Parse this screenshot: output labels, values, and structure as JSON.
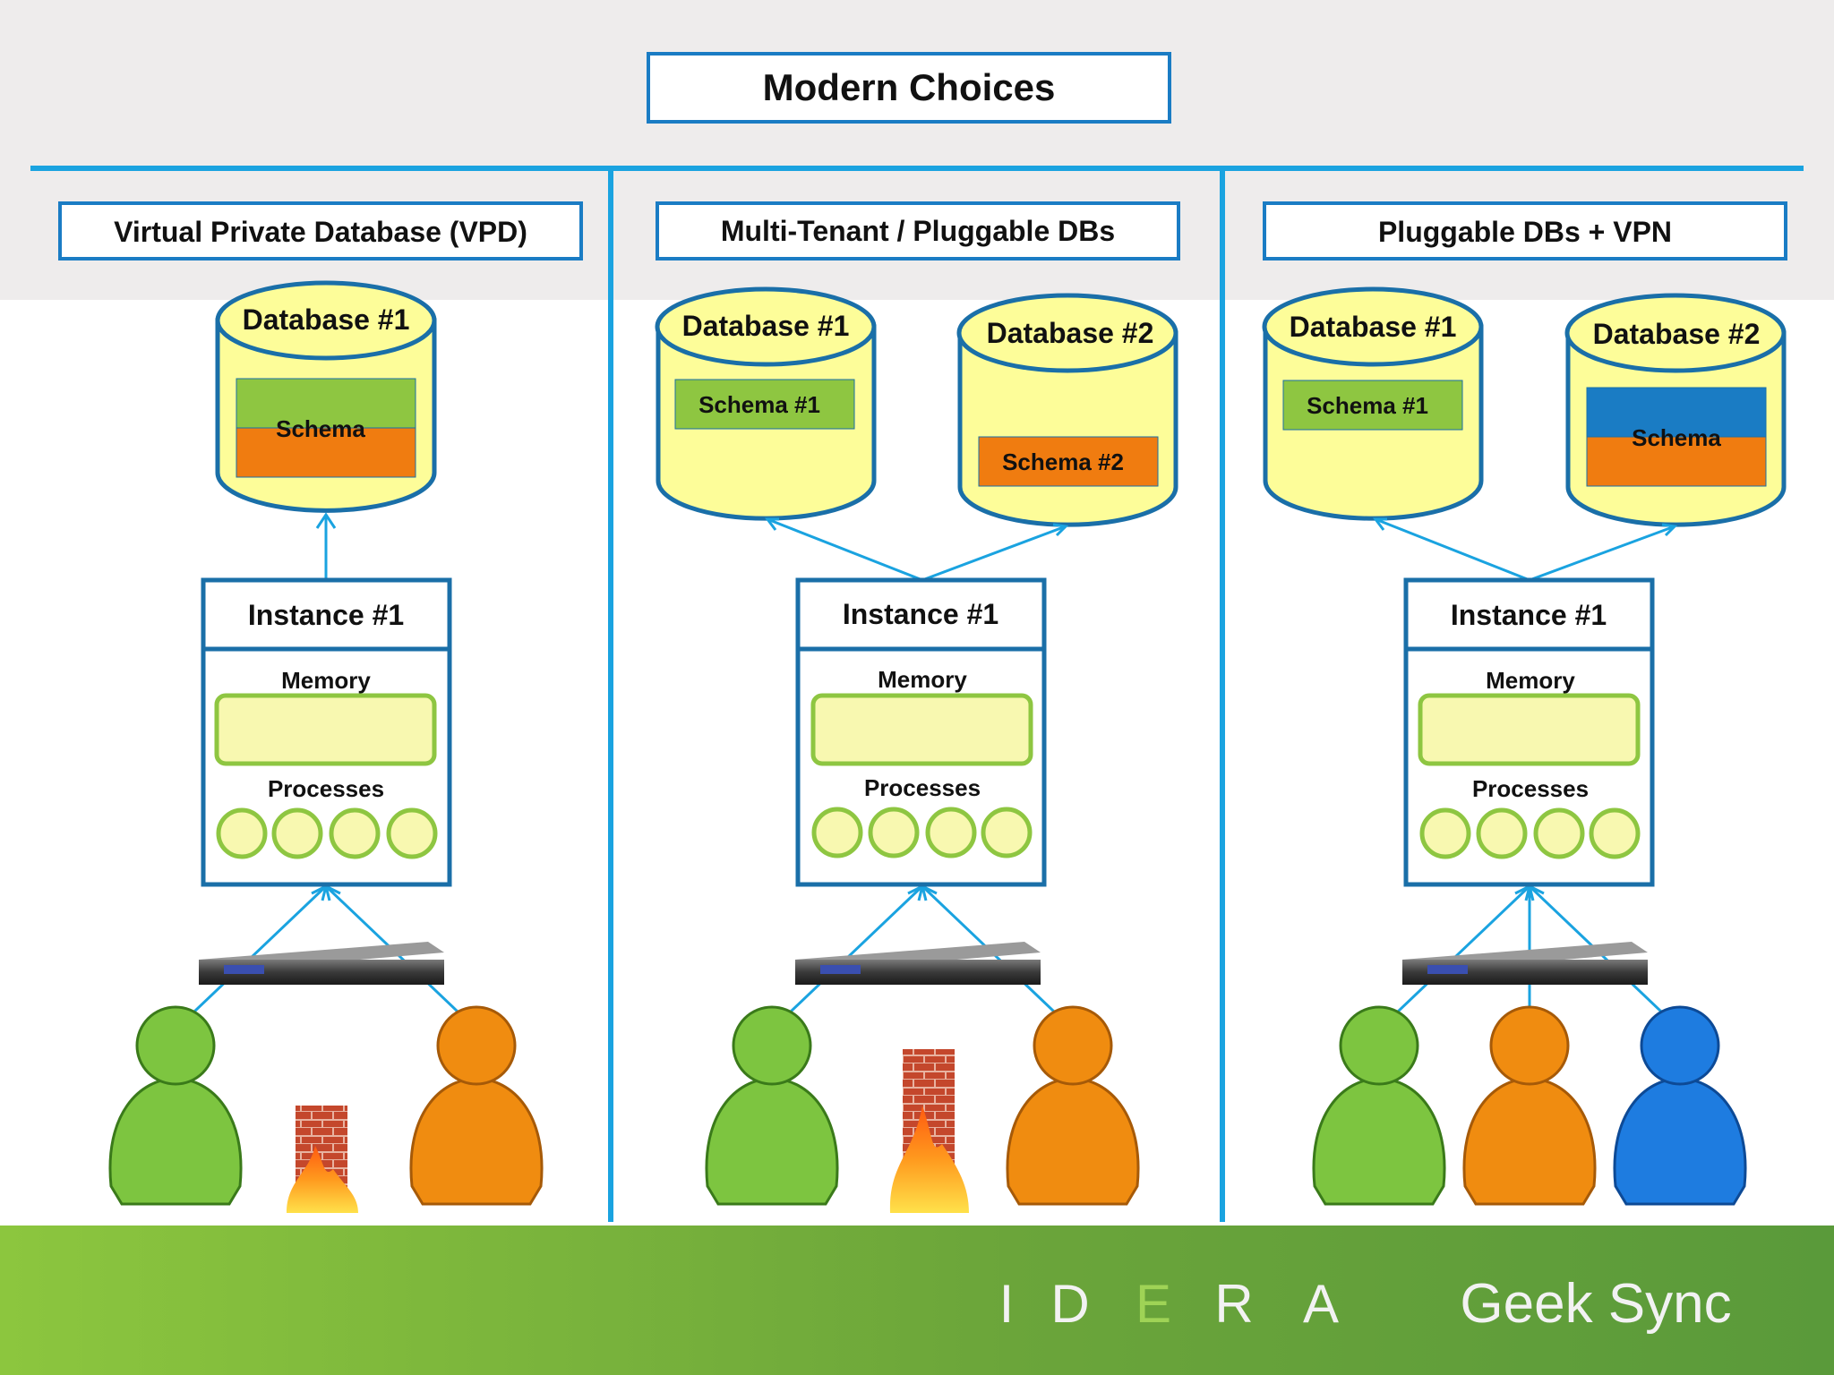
{
  "slide": {
    "title": "Modern Choices",
    "colors": {
      "line_blue": "#1aa3e0",
      "box_border": "#1a6fa8",
      "db_fill": "#fdfd99",
      "db_border": "#1a6fa8",
      "schema_green": "#8ec641",
      "schema_orange": "#f07c10",
      "schema_blue": "#1a7cc4",
      "memory_fill": "#f8f8b0",
      "memory_border": "#8ec641",
      "header_band": "#eeecec",
      "footer_green": "#7ab03a"
    }
  },
  "panels": [
    {
      "heading": "Virtual Private Database (VPD)",
      "databases": [
        {
          "label": "Database #1",
          "schema": "Schema",
          "schema_style": "green-orange"
        }
      ],
      "instance": {
        "label": "Instance #1",
        "memory_label": "Memory",
        "processes_label": "Processes"
      },
      "users": [
        "green",
        "orange"
      ],
      "firewall": true
    },
    {
      "heading": "Multi-Tenant / Pluggable DBs",
      "databases": [
        {
          "label": "Database #1",
          "schema": "Schema #1",
          "schema_style": "green"
        },
        {
          "label": "Database #2",
          "schema": "Schema #2",
          "schema_style": "orange"
        }
      ],
      "instance": {
        "label": "Instance #1",
        "memory_label": "Memory",
        "processes_label": "Processes"
      },
      "users": [
        "green",
        "orange"
      ],
      "firewall": true
    },
    {
      "heading": "Pluggable DBs + VPN",
      "databases": [
        {
          "label": "Database #1",
          "schema": "Schema #1",
          "schema_style": "green"
        },
        {
          "label": "Database #2",
          "schema": "Schema",
          "schema_style": "blue-orange"
        }
      ],
      "instance": {
        "label": "Instance #1",
        "memory_label": "Memory",
        "processes_label": "Processes"
      },
      "users": [
        "green",
        "orange",
        "blue"
      ],
      "firewall": false
    }
  ],
  "footer": {
    "brand_letters": [
      "I",
      "D",
      "E",
      "R",
      "A"
    ],
    "tagline": "Geek Sync"
  }
}
